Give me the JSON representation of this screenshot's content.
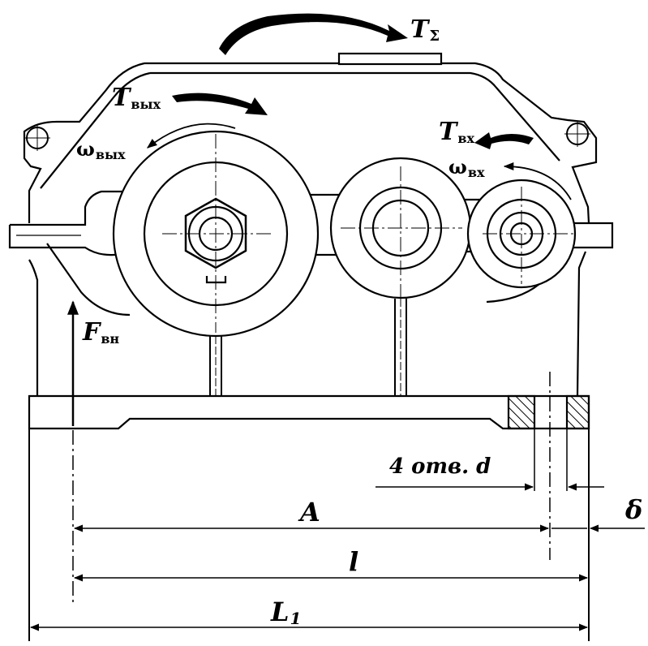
{
  "labels": {
    "t_sum": {
      "main": "T",
      "sub": "Σ"
    },
    "t_out": {
      "main": "T",
      "sub": "вых"
    },
    "omega_out": {
      "main": "ω",
      "sub": "вых"
    },
    "t_in": {
      "main": "T",
      "sub": "вх"
    },
    "omega_in": {
      "main": "ω",
      "sub": "вх"
    },
    "f_ext": {
      "main": "F",
      "sub": "вн"
    },
    "holes": "4 отв. d",
    "delta": "δ",
    "dim_a": "A",
    "dim_l": "l",
    "dim_l1": {
      "main": "L",
      "sub": "1"
    }
  }
}
